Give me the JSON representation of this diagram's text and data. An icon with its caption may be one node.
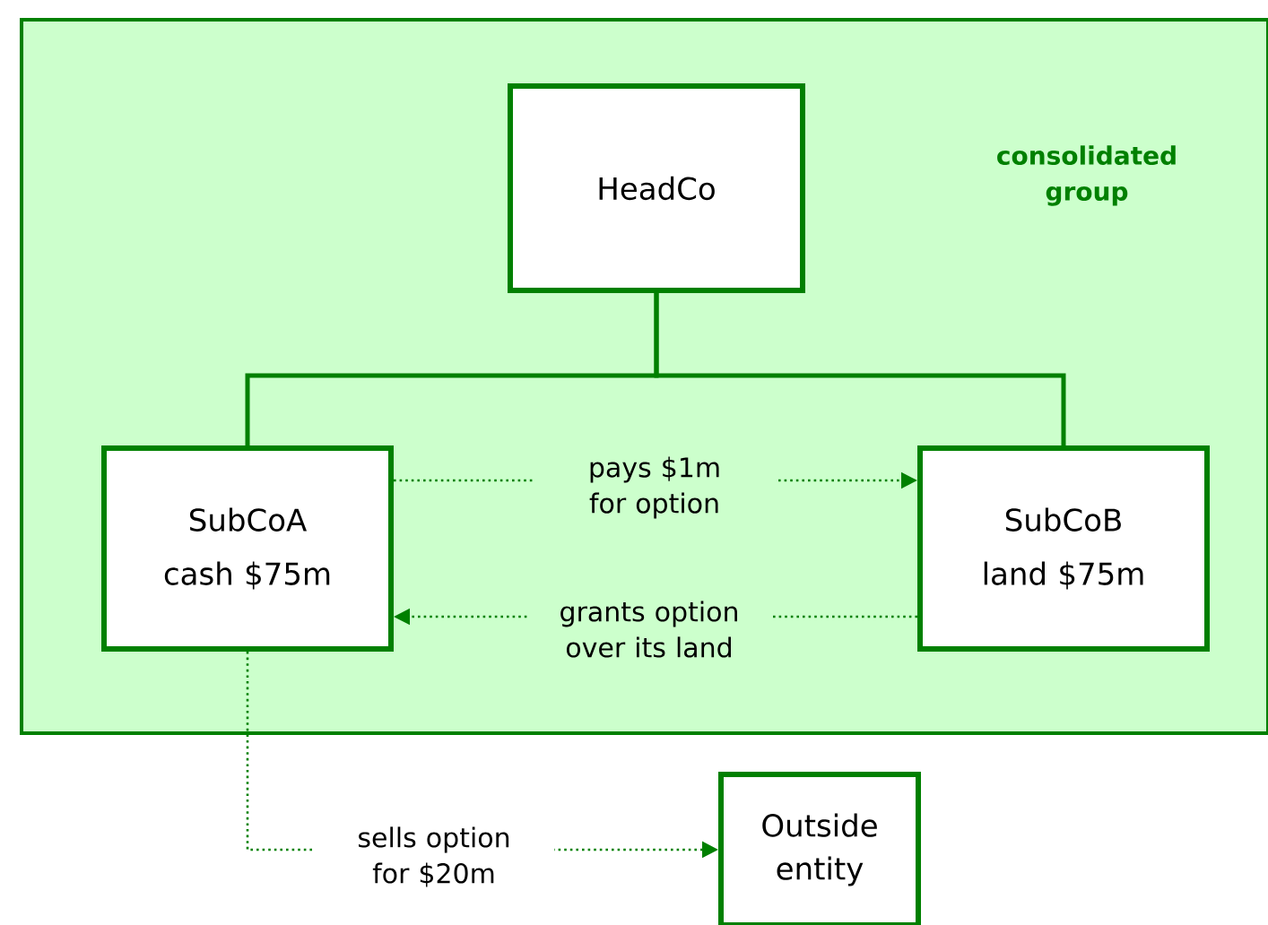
{
  "diagram": {
    "nodes": [
      {
        "text": [
          "consolidated group"
        ]
      },
      {
        "text": [
          "HeadCo"
        ],
        "in": 0
      },
      {
        "text": [
          "SubCoA",
          "cash $75m"
        ],
        "in": 0
      },
      {
        "text": [
          "SubCoB",
          "land $75m"
        ],
        "in": 0
      },
      {
        "text": [
          "Outside entity"
        ]
      }
    ],
    "edges": [
      {
        "from": 1,
        "to": 2,
        "arrow": "none"
      },
      {
        "from": 1,
        "to": 3,
        "arrow": "none"
      },
      {
        "from": 2,
        "to": 3,
        "arrow": "to",
        "label": "pays $1m for option",
        "style": "dashed"
      },
      {
        "from": 3,
        "to": 2,
        "arrow": "to",
        "label": "grants option over its land",
        "style": "dashed"
      },
      {
        "from": 2,
        "to": 4,
        "arrow": "to",
        "label": "sells option for $20m",
        "style": "dashed"
      }
    ]
  }
}
